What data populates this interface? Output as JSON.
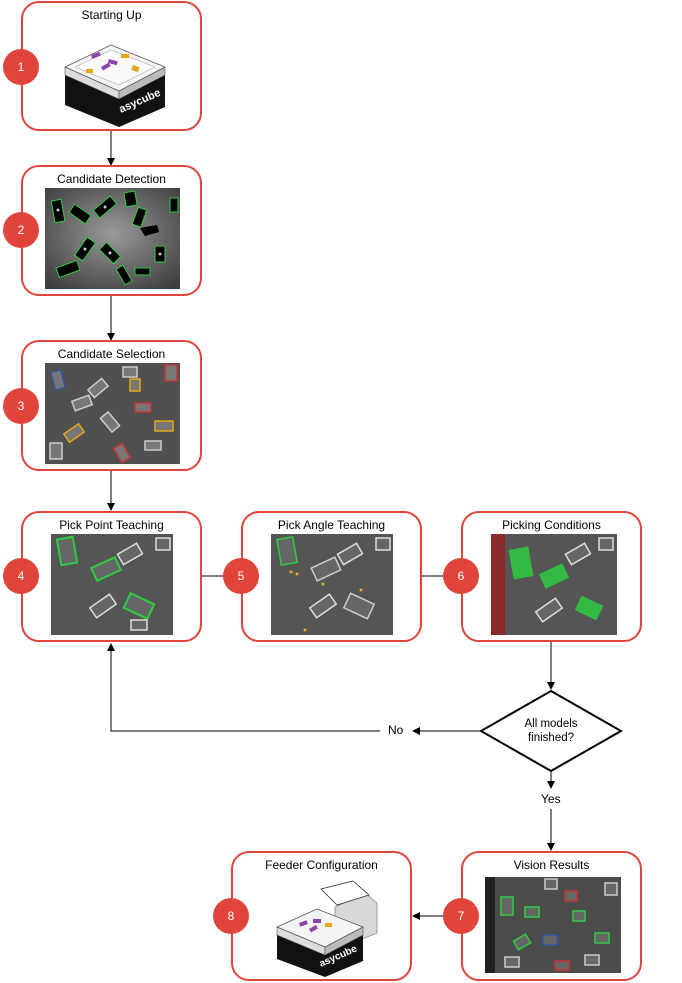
{
  "steps": [
    {
      "number": "1",
      "title": "Starting Up"
    },
    {
      "number": "2",
      "title": "Candidate Detection"
    },
    {
      "number": "3",
      "title": "Candidate Selection"
    },
    {
      "number": "4",
      "title": "Pick Point Teaching"
    },
    {
      "number": "5",
      "title": "Pick Angle Teaching"
    },
    {
      "number": "6",
      "title": "Picking Conditions"
    },
    {
      "number": "7",
      "title": "Vision Results"
    },
    {
      "number": "8",
      "title": "Feeder Configuration"
    }
  ],
  "decision": {
    "line1": "All models",
    "line2": "finished?"
  },
  "edge_labels": {
    "no": "No",
    "yes": "Yes"
  },
  "logo_text": "asycube",
  "colors": {
    "accent": "#e0443a",
    "line": "#000000",
    "highlight_green": "#2ecc40"
  }
}
